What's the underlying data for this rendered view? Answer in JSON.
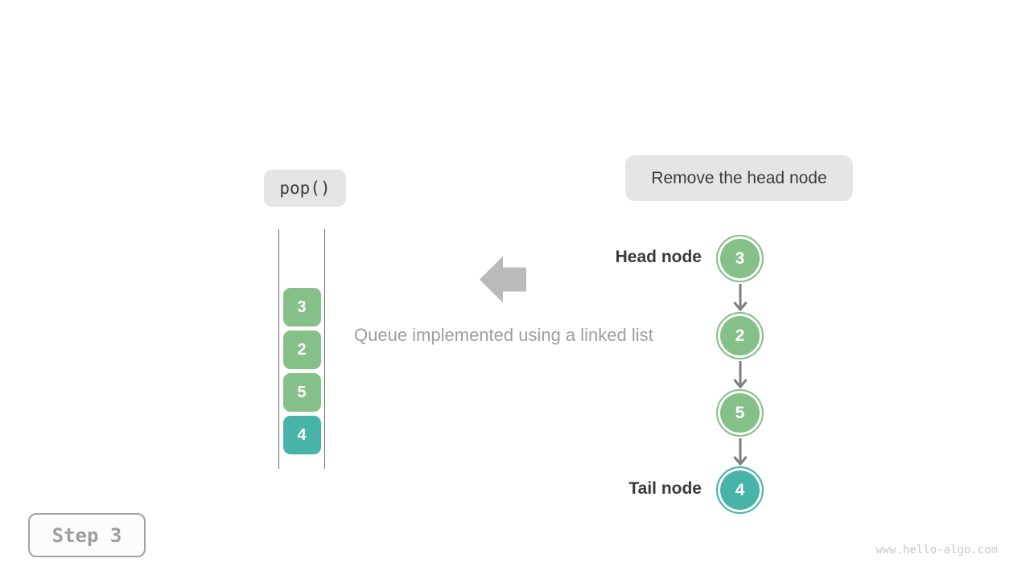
{
  "colors": {
    "node_green": "#86c089",
    "node_teal": "#48b4a8",
    "chip_background": "#e5e5e5",
    "dark_text": "#3c3c3c",
    "gray_text": "#9e9e9e",
    "big_arrow_gray": "#bababa",
    "connector_gray": "#7d7d7d",
    "watermark_gray": "#c9c9c9"
  },
  "operation_chip": {
    "label": "pop()"
  },
  "annotation_chip": {
    "label": "Remove the head node"
  },
  "caption": "Queue implemented using a linked list",
  "queue": {
    "items": [
      {
        "value": "3",
        "color": "#86c089"
      },
      {
        "value": "2",
        "color": "#86c089"
      },
      {
        "value": "5",
        "color": "#86c089"
      },
      {
        "value": "4",
        "color": "#48b4a8"
      }
    ]
  },
  "linked_list": {
    "head_label": "Head node",
    "tail_label": "Tail node",
    "nodes": [
      {
        "value": "3",
        "color": "#86c089"
      },
      {
        "value": "2",
        "color": "#86c089"
      },
      {
        "value": "5",
        "color": "#86c089"
      },
      {
        "value": "4",
        "color": "#48b4a8"
      }
    ]
  },
  "step_badge": {
    "label": "Step 3"
  },
  "watermark": "www.hello-algo.com"
}
